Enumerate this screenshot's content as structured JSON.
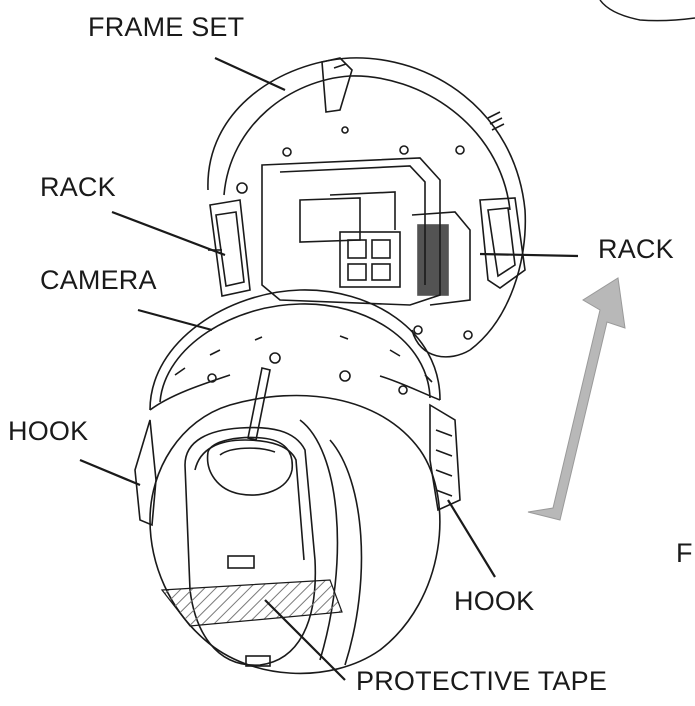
{
  "labels": {
    "frame_set": "FRAME SET",
    "rack_left": "RACK",
    "rack_right": "RACK",
    "camera": "CAMERA",
    "hook_left": "HOOK",
    "hook_right": "HOOK",
    "protective_tape": "PROTECTIVE TAPE",
    "edge_fragment": "F"
  },
  "colors": {
    "line": "#1a1a1a",
    "arrow_fill": "#b8b8b8",
    "tape_hatch": "#7a7a7a"
  },
  "icons": {
    "arrow": "up-right-arrow-icon"
  }
}
